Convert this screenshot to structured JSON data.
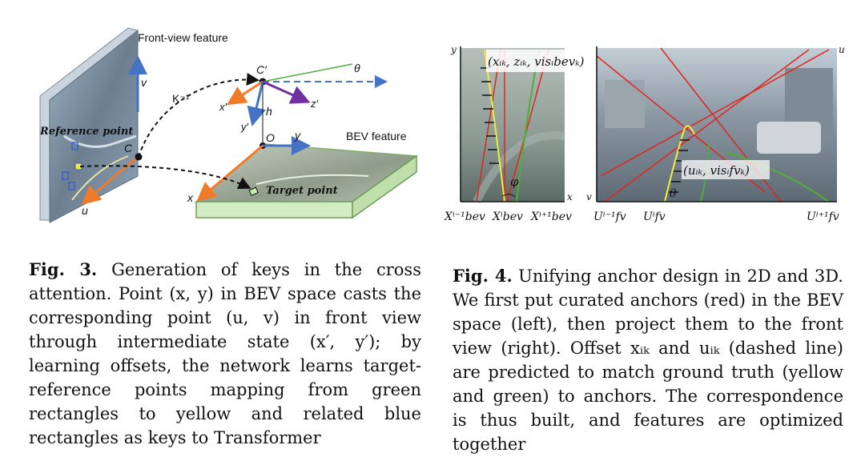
{
  "figure3": {
    "labels": {
      "front_view": "Front-view feature",
      "bev_feature": "BEV feature",
      "reference_point": "Reference point",
      "target_point": "Target point",
      "k_inverse": "K⁻¹",
      "c": "C",
      "c_prime": "C′",
      "o": "O",
      "h": "h",
      "theta": "θ",
      "x_prime": "x′",
      "y_prime": "y′",
      "z_prime": "z′",
      "x": "x",
      "y": "y",
      "u": "u",
      "v": "v"
    },
    "caption_label": "Fig. 3.",
    "caption_text": "Generation of keys in the cross attention. Point (x, y) in BEV space casts the corresponding point (u, v) in front view through intermediate state (x′, y′); by learning offsets, the network learns target-reference points mapping from green rectangles to yellow and related blue rectangles as keys to Transformer"
  },
  "figure4": {
    "labels": {
      "bev_point": "(xᵢₖ, zᵢₖ, visᵢbevₖ)",
      "fv_point": "(uᵢₖ, visᵢfvₖ)",
      "phi": "φ",
      "theta": "θ",
      "x_axis": "x",
      "y_axis": "y",
      "u_axis": "u",
      "v_axis": "v",
      "xbev_prev": "Xⁱ⁻¹bev",
      "xbev": "Xⁱbev",
      "xbev_next": "Xⁱ⁺¹bev",
      "ufv_prev": "Uⁱ⁻¹fv",
      "ufv": "Uⁱfv",
      "ufv_next": "Uⁱ⁺¹fv"
    },
    "caption_label": "Fig. 4.",
    "caption_text": "Unifying anchor design in 2D and 3D. We first put curated anchors (red) in the BEV space (left), then project them to the front view (right). Offset xᵢₖ and uᵢₖ (dashed line) are predicted to match ground truth (yellow and green) to anchors. The correspondence is thus built, and features are optimized together"
  },
  "colors": {
    "anchor_red": "#e0261c",
    "gt_yellow": "#f2e93a",
    "gt_green": "#4fae3a",
    "axis_orange": "#ee7a2a",
    "axis_blue": "#4472c4",
    "axis_purple": "#7030a0"
  }
}
